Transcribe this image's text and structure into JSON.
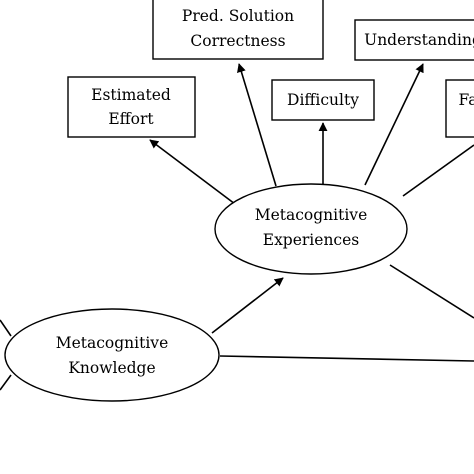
{
  "diagram": {
    "nodes": {
      "pred_solution": {
        "line1": "Pred. Solution",
        "line2": "Correctness"
      },
      "understanding": {
        "line1": "Understanding"
      },
      "estimated_effort": {
        "line1": "Estimated",
        "line2": "Effort"
      },
      "difficulty": {
        "line1": "Difficulty"
      },
      "familiarity": {
        "line1": "Fa"
      },
      "meta_experiences": {
        "line1": "Metacognitive",
        "line2": "Experiences"
      },
      "meta_knowledge": {
        "line1": "Metacognitive",
        "line2": "Knowledge"
      }
    },
    "edges": [
      {
        "from": "meta_knowledge",
        "to": "meta_experiences"
      },
      {
        "from": "meta_experiences",
        "to": "estimated_effort"
      },
      {
        "from": "meta_experiences",
        "to": "pred_solution"
      },
      {
        "from": "meta_experiences",
        "to": "difficulty"
      },
      {
        "from": "meta_experiences",
        "to": "understanding"
      },
      {
        "from": "meta_experiences",
        "to": "familiarity"
      }
    ]
  }
}
